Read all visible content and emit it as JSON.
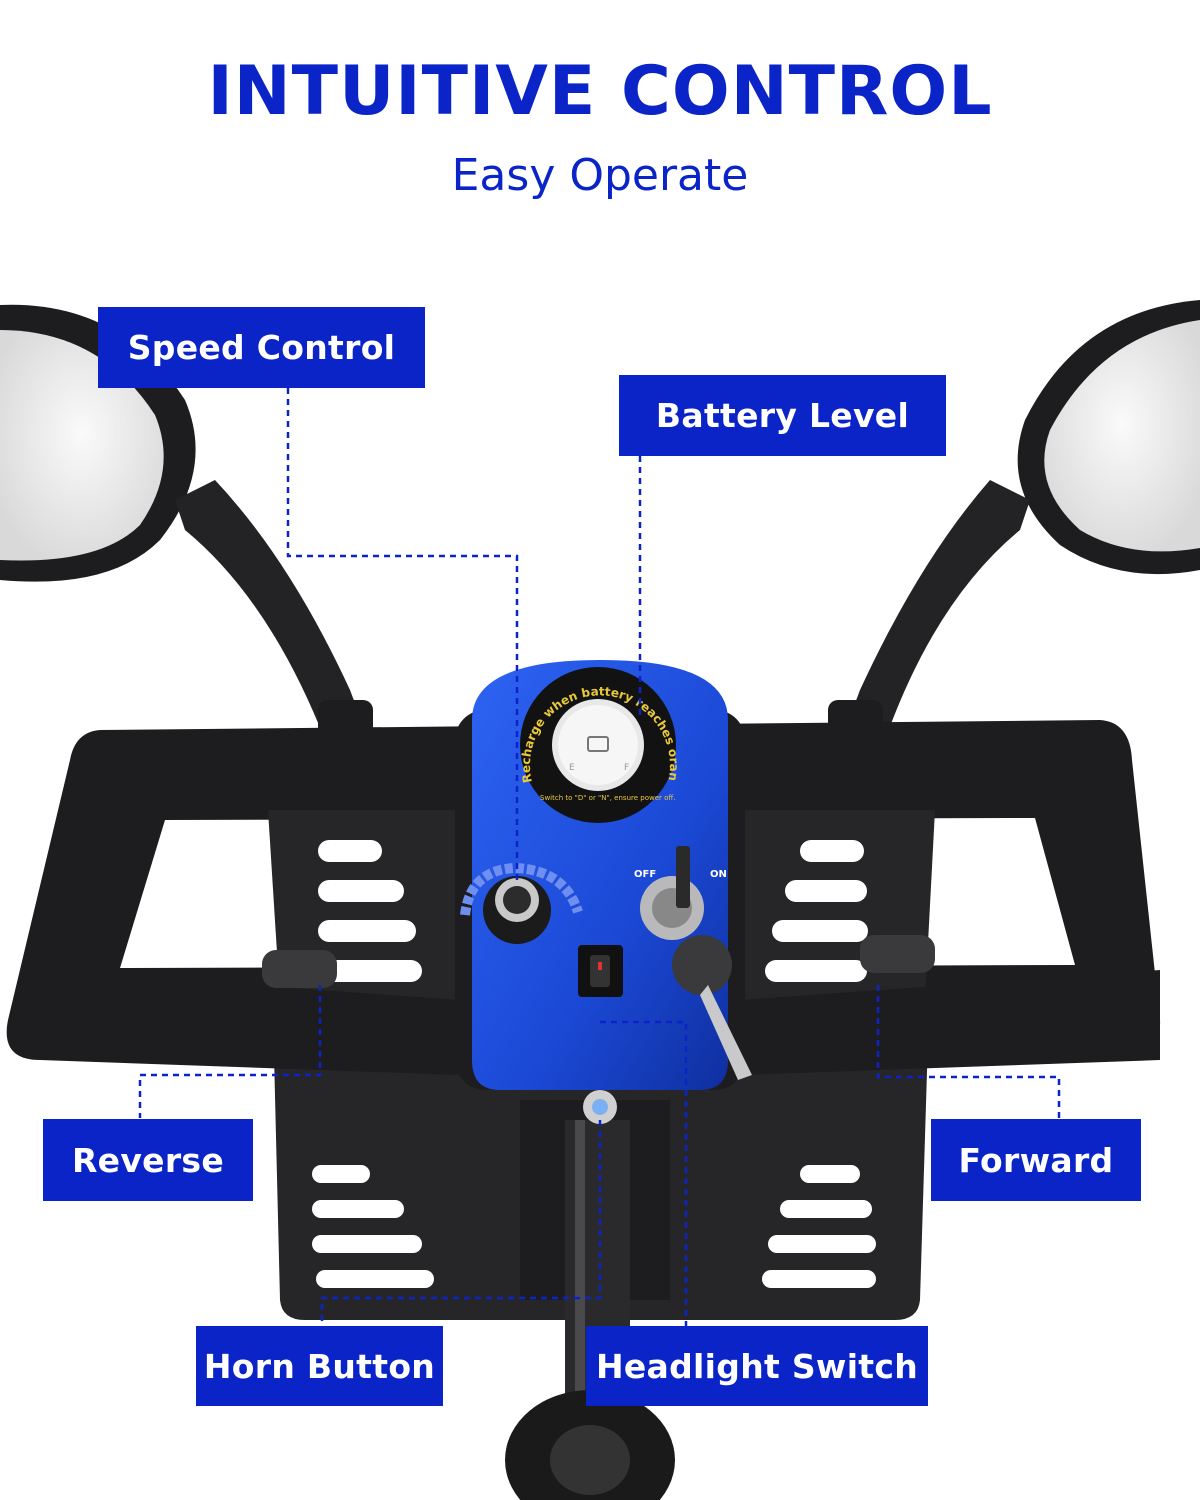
{
  "header": {
    "title": "INTUITIVE CONTROL",
    "subtitle": "Easy Operate"
  },
  "panel": {
    "ring_text": "Recharge when battery reaches orange indicator.",
    "small_text": "Switch to \"D\" or \"N\", ensure power off.",
    "gauge_empty": "E",
    "gauge_full": "F",
    "key_off": "OFF",
    "key_on": "ON"
  },
  "callouts": {
    "speed_control": "Speed Control",
    "battery_level": "Battery Level",
    "reverse": "Reverse",
    "forward": "Forward",
    "horn_button": "Horn Button",
    "headlight_switch": "Headlight Switch"
  },
  "colors": {
    "brand_blue": "#0a24c8",
    "panel_blue": "#1c4fe0",
    "frame_black": "#1d1d1f",
    "label_text": "#ffffff"
  }
}
